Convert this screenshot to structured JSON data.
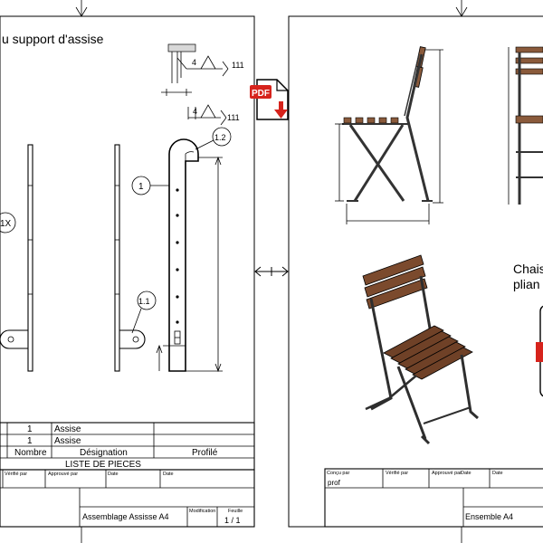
{
  "left_sheet": {
    "title": "u support d'assise",
    "weld_symbol_top": {
      "size": "4",
      "code": "111"
    },
    "weld_symbol_mid": {
      "size": "4",
      "code": "111"
    },
    "balloons": {
      "b1": "1",
      "b11": "1.1",
      "b12": "1.2",
      "b1x": "1X"
    },
    "parts_list": {
      "rows": [
        {
          "qty": "1",
          "designation": "Assise"
        },
        {
          "qty": "1",
          "designation": "Assise"
        }
      ],
      "headers": {
        "qty": "Nombre",
        "designation": "Désignation",
        "profile": "Profilé"
      },
      "caption": "LISTE DE PIECES"
    },
    "title_block": {
      "verified_by": "Vérifié par",
      "approved_by": "Approuvé par",
      "date1": "Date",
      "date2": "Date",
      "name": "Assemblage Assisse A4",
      "modification": "Modification",
      "sheet_label": "Feuille",
      "sheet_value": "1 / 1"
    }
  },
  "right_sheet": {
    "caption_line1": "Chais",
    "caption_line2": "plian",
    "title_block": {
      "designed_by": "Conçu par",
      "designer": "prof",
      "verified_by": "Vérifié par",
      "approved_by": "Approuvé par",
      "date": "Date",
      "date2": "Date",
      "name": "Ensemble  A4"
    }
  },
  "overlay": {
    "pdf_badge": "PDF",
    "pdf_badge_color": "#d6231c",
    "icons": [
      "pdf-download-icon",
      "double-arrow-icon"
    ]
  }
}
